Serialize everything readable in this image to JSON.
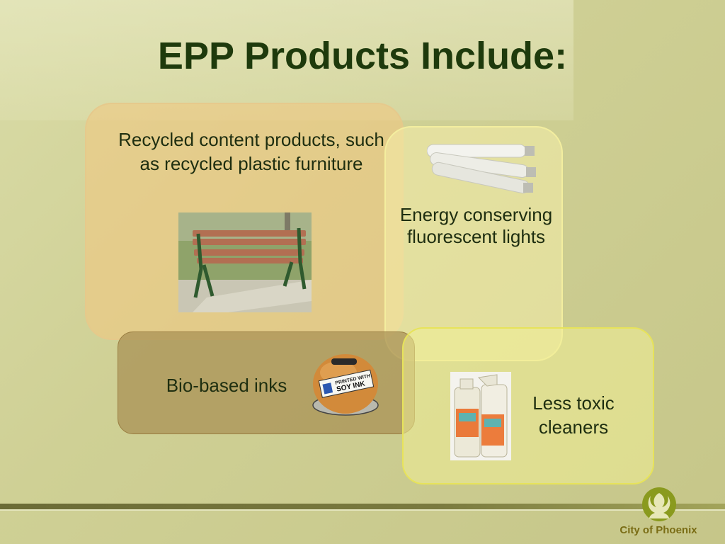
{
  "slide": {
    "title": "EPP Products Include:"
  },
  "items": {
    "recycled": "Recycled content products, such as recycled plastic furniture",
    "energy": "Energy conserving fluorescent lights",
    "bio": "Bio-based inks",
    "cleaners": "Less toxic cleaners"
  },
  "images": {
    "bench": "park-bench-image",
    "lights": "fluorescent-tubes-image",
    "ink": "soy-ink-logo-image",
    "ink_label_1": "PRINTED WITH",
    "ink_label_2": "SOY INK",
    "cleaners": "cleaner-bottles-image"
  },
  "footer": {
    "brand": "City of Phoenix"
  },
  "colors": {
    "title": "#1e3a0c",
    "recycled_box": "#f0c882",
    "energy_box": "#f6eeaa",
    "bio_box": "#aa9155",
    "cleaners_box": "#f0ee96",
    "brand": "#7a6d15"
  }
}
